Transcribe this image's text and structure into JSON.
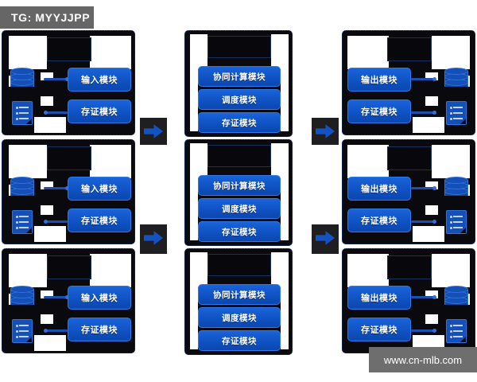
{
  "overlay": {
    "tg_label": "TG: MYYJJPP",
    "site_label": "www.cn-mlb.com"
  },
  "colors": {
    "button_blue": "#0f52c4",
    "panel_dark": "#0a0a0e",
    "accent_border": "#2f7ae8",
    "connector": "#1b4fae",
    "watermark_gray": "#666666",
    "page_background": "#ffffff"
  },
  "diagram": {
    "title": "",
    "rows": [
      {
        "left": {
          "icons": [
            "database-icon",
            "document-icon"
          ],
          "buttons": [
            "输入模块",
            "存证模块"
          ]
        },
        "middle": {
          "buttons": [
            "协同计算模块",
            "调度模块",
            "存证模块"
          ]
        },
        "right": {
          "icons": [
            "database-icon",
            "document-icon"
          ],
          "buttons": [
            "输出模块",
            "存证模块"
          ]
        },
        "arrow_left": "arrow-right-icon",
        "arrow_right": "arrow-right-icon"
      },
      {
        "left": {
          "icons": [
            "database-icon",
            "document-icon"
          ],
          "buttons": [
            "输入模块",
            "存证模块"
          ]
        },
        "middle": {
          "buttons": [
            "协同计算模块",
            "调度模块",
            "存证模块"
          ]
        },
        "right": {
          "icons": [
            "database-icon",
            "document-icon"
          ],
          "buttons": [
            "输出模块",
            "存证模块"
          ]
        },
        "arrow_left": "arrow-right-icon",
        "arrow_right": "arrow-right-icon"
      },
      {
        "left": {
          "icons": [
            "database-icon",
            "document-icon"
          ],
          "buttons": [
            "输入模块",
            "存证模块"
          ]
        },
        "middle": {
          "buttons": [
            "协同计算模块",
            "调度模块",
            "存证模块"
          ]
        },
        "right": {
          "icons": [
            "database-icon",
            "document-icon"
          ],
          "buttons": [
            "输出模块",
            "存证模块"
          ]
        },
        "arrow_left": "arrow-right-icon",
        "arrow_right": "arrow-right-icon"
      }
    ]
  }
}
